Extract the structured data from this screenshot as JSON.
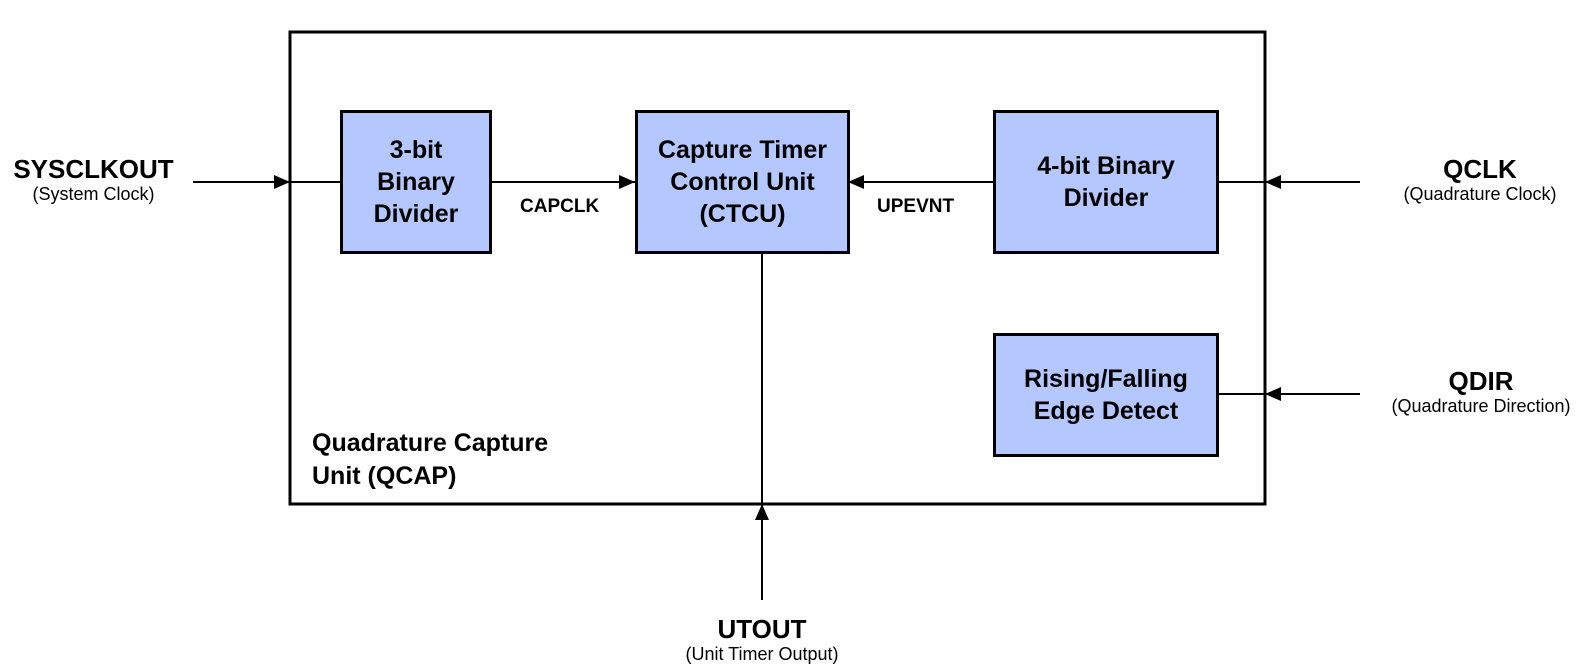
{
  "colors": {
    "block_fill": "#b4c7fe",
    "stroke": "#000000",
    "background": "#ffffff"
  },
  "container": {
    "label": "Quadrature Capture\nUnit (QCAP)"
  },
  "blocks": {
    "divider3": "3-bit\nBinary\nDivider",
    "ctcu": "Capture Timer\nControl Unit\n(CTCU)",
    "divider4": "4-bit Binary\nDivider",
    "edge_detect": "Rising/Falling\nEdge Detect"
  },
  "signals": {
    "capclk": "CAPCLK",
    "upevnt": "UPEVNT"
  },
  "inputs": {
    "sysclkout": {
      "name": "SYSCLKOUT",
      "desc": "(System Clock)"
    },
    "qclk": {
      "name": "QCLK",
      "desc": "(Quadrature Clock)"
    },
    "qdir": {
      "name": "QDIR",
      "desc": "(Quadrature Direction)"
    },
    "utout": {
      "name": "UTOUT",
      "desc": "(Unit Timer Output)"
    }
  }
}
